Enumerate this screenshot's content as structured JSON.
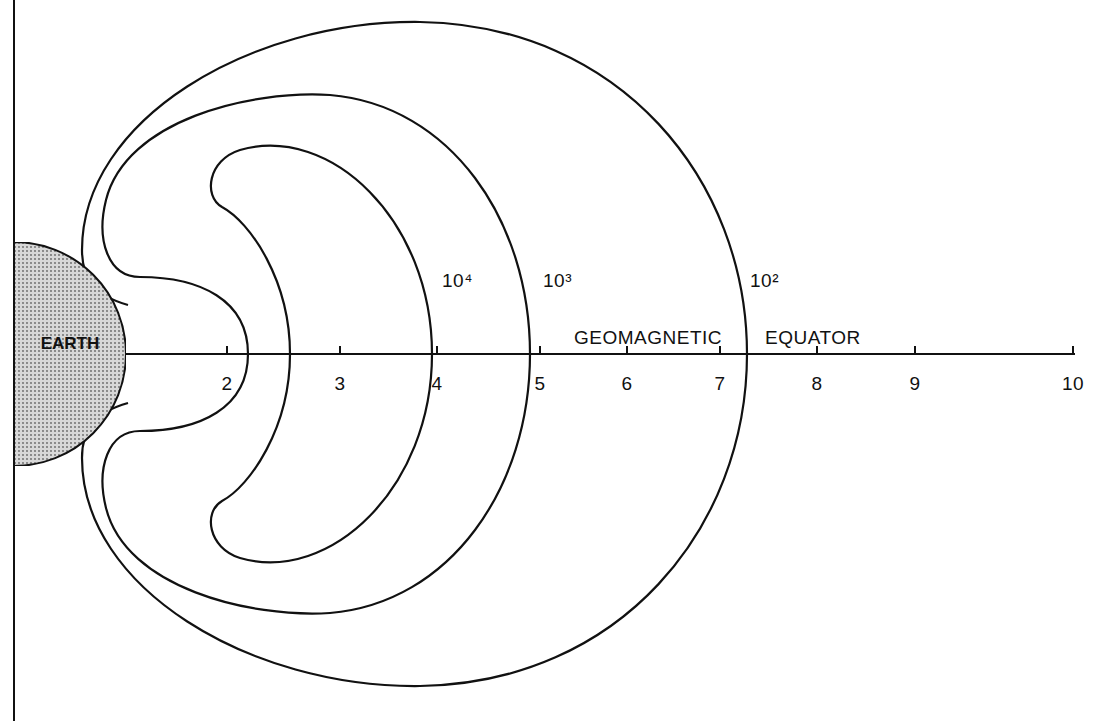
{
  "diagram": {
    "nodes": [
      {
        "text": [
          "EARTH"
        ]
      }
    ],
    "labels": [
      "10⁴",
      "10³",
      "10²",
      "GEOMAGNETIC",
      "EQUATOR",
      "2",
      "3",
      "4",
      "5",
      "6",
      "7",
      "8",
      "9",
      "10"
    ]
  }
}
